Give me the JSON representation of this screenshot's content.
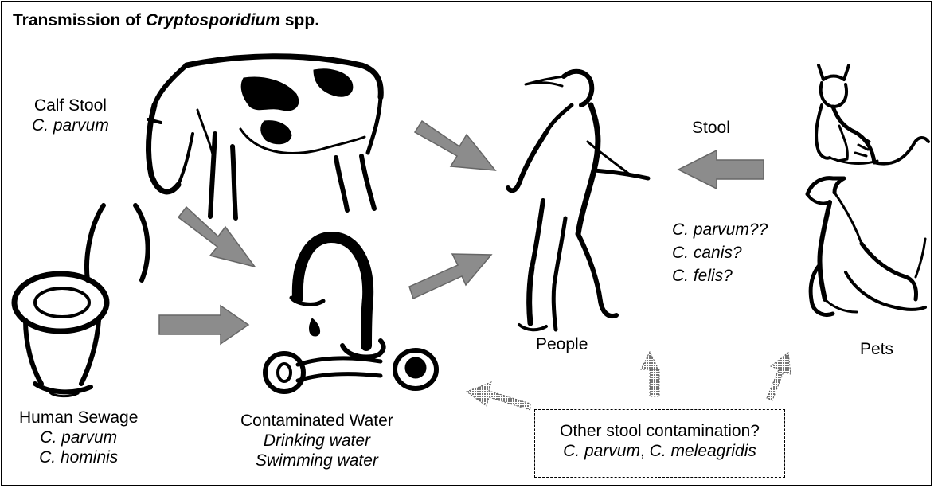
{
  "title": {
    "prefix": "Transmission of ",
    "genus": "Cryptosporidium",
    "suffix": " spp."
  },
  "nodes": {
    "calf": {
      "name": "Calf Stool",
      "species": [
        "C. parvum"
      ]
    },
    "sewage": {
      "name": "Human Sewage",
      "species": [
        "C. parvum",
        "C. hominis"
      ]
    },
    "water": {
      "name": "Contaminated Water",
      "species": [
        "Drinking water",
        "Swimming water"
      ]
    },
    "people": {
      "name": "People"
    },
    "pets": {
      "name": "Pets"
    },
    "stool": {
      "name": "Stool"
    },
    "pet_species": [
      "C. parvum??",
      "C. canis?",
      "C. felis?"
    ],
    "other": {
      "name": "Other stool contamination?",
      "species_a": "C. parvum",
      "sep": ", ",
      "species_b": "C. meleagridis"
    }
  },
  "colors": {
    "arrow_fill": "#8c8c8c",
    "arrow_stroke": "#666666",
    "line_art": "#000000"
  },
  "icons": [
    "cow-icon",
    "toilet-icon",
    "faucet-icon",
    "woman-icon",
    "cat-icon",
    "dog-icon"
  ]
}
